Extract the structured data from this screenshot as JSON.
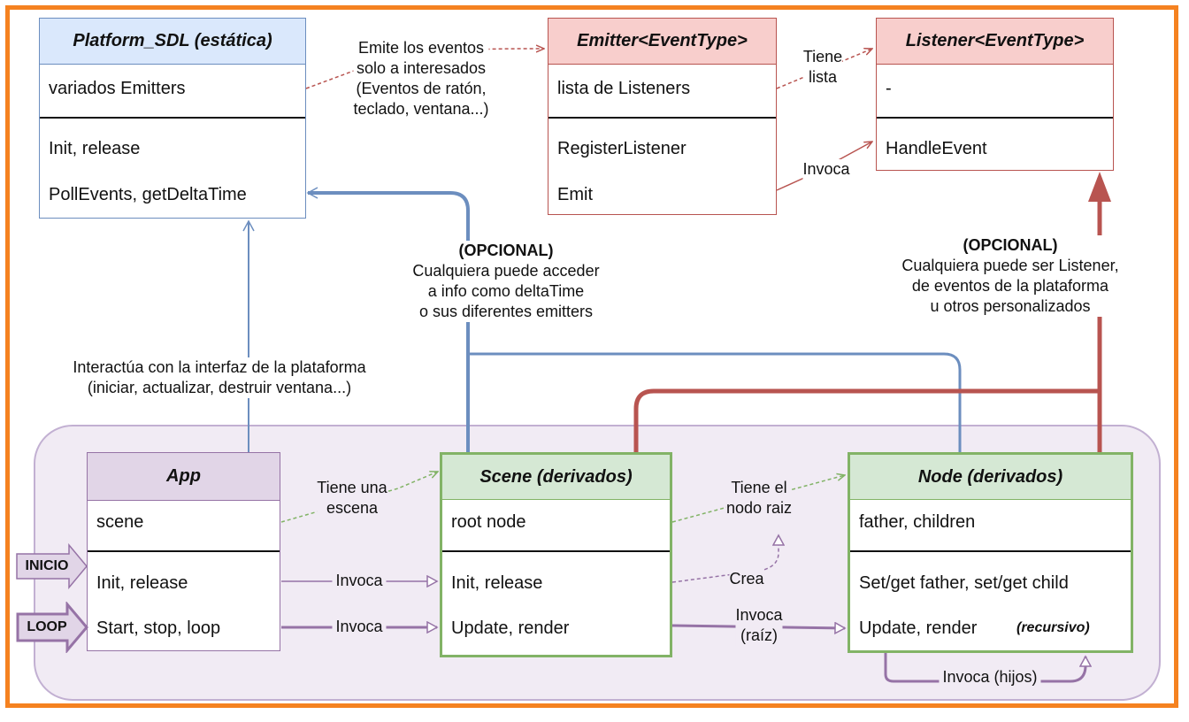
{
  "classes": {
    "platform": {
      "title": "Platform_SDL (estática)",
      "attr": "variados Emitters",
      "methods": [
        "Init, release",
        "PollEvents, getDeltaTime"
      ]
    },
    "emitter": {
      "title": "Emitter<EventType>",
      "attr": "lista de Listeners",
      "methods": [
        "RegisterListener",
        "Emit"
      ]
    },
    "listener": {
      "title": "Listener<EventType>",
      "attr": "-",
      "methods": [
        "HandleEvent"
      ]
    },
    "app": {
      "title": "App",
      "attr": "scene",
      "methods": [
        "Init, release",
        "Start, stop, loop"
      ]
    },
    "scene": {
      "title": "Scene (derivados)",
      "attr": "root node",
      "methods": [
        "Init, release",
        "Update, render"
      ]
    },
    "node": {
      "title": "Node  (derivados)",
      "attr": "father, children",
      "methods": [
        "Set/get father, set/get child",
        "Update, render"
      ],
      "method_note": "(recursivo)"
    }
  },
  "entry_points": {
    "start": "INICIO",
    "loop": "LOOP"
  },
  "labels": {
    "emite": [
      "Emite los eventos",
      "solo a interesados",
      "(Eventos de ratón,",
      "teclado, ventana...)"
    ],
    "tiene_lista": [
      "Tiene",
      "lista"
    ],
    "invoca_listener": "Invoca",
    "opcional_left": {
      "title": "(OPCIONAL)",
      "lines": [
        "Cualquiera puede acceder",
        "a info como deltaTime",
        "o sus diferentes emitters"
      ]
    },
    "opcional_right": {
      "title": "(OPCIONAL)",
      "lines": [
        "Cualquiera puede ser Listener,",
        "de eventos de la plataforma",
        "u otros personalizados"
      ]
    },
    "interactua": [
      "Interactúa con la interfaz de la plataforma",
      "(iniciar, actualizar, destruir ventana...)"
    ],
    "tiene_escena": [
      "Tiene una",
      "escena"
    ],
    "tiene_nodo": [
      "Tiene el",
      "nodo raiz"
    ],
    "crea": "Crea",
    "invoca_init": "Invoca",
    "invoca_loop": "Invoca",
    "invoca_raiz": [
      "Invoca",
      "(raíz)"
    ],
    "invoca_hijos": "Invoca (hijos)"
  },
  "colors": {
    "frame": "#f58220",
    "group_fill": "#f1ebf4",
    "group_border": "#c2b0d2",
    "blue_header": "#dae8fc",
    "blue_border": "#6c8ebf",
    "red_header": "#f8cecc",
    "red_border": "#b85450",
    "purple_header": "#e1d5e7",
    "purple_border": "#9673a6",
    "green_header": "#d5e8d4",
    "green_border": "#82b366"
  }
}
